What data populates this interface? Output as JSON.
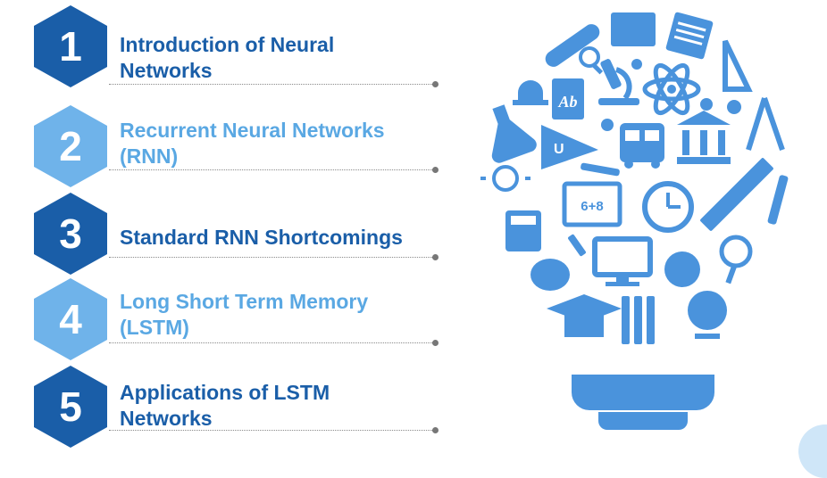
{
  "agenda": {
    "items": [
      {
        "number": "1",
        "line1": "Introduction of Neural",
        "line2": "Networks"
      },
      {
        "number": "2",
        "line1": "Recurrent Neural Networks",
        "line2": "(RNN)"
      },
      {
        "number": "3",
        "line1": "Standard RNN Shortcomings",
        "line2": ""
      },
      {
        "number": "4",
        "line1": "Long Short Term Memory",
        "line2": "(LSTM)"
      },
      {
        "number": "5",
        "line1": "Applications of LSTM",
        "line2": "Networks"
      }
    ]
  },
  "bulb": {
    "book_letters": "Ab",
    "board_text": "6+8",
    "pennant_letter": "U"
  },
  "colors": {
    "dark_blue": "#1a5ea8",
    "light_blue": "#6fb3ea",
    "bulb_blue": "#4a93dc"
  }
}
